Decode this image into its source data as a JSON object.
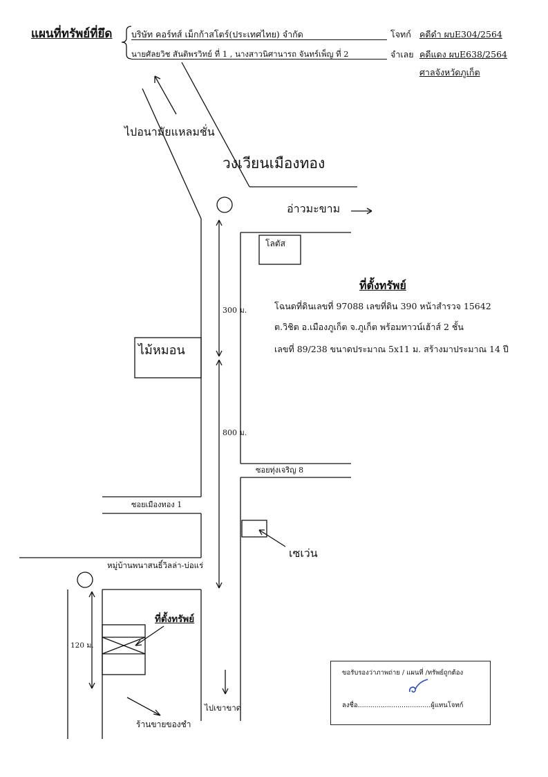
{
  "header": {
    "title": "แผนที่ทรัพย์ที่ยึด",
    "plaintiff_name": "บริษัท คอร์ทส์ เม็กก้าสโตร์(ประเทศไทย) จำกัด",
    "plaintiff_role": "โจทก์",
    "defendant_name": "นายศัลยวิช สันติพรวิทย์ ที่ 1 , นางสาวนิศานารถ จันทร์เพ็ญ ที่ 2",
    "defendant_role": "จำเลย",
    "black_case": "คดีดำ ผบE304/2564",
    "red_case": "คดีแดง ผบE638/2564",
    "court": "ศาลจังหวัดภูเก็ต"
  },
  "map_labels": {
    "to_north": "ไปอนามัยแหลมชั่น",
    "roundabout": "วงเวียนเมืองทอง",
    "to_east": "อ่าวมะขาม",
    "lotus": "โลตัส",
    "dist_300": "300 ม.",
    "dist_800": "800 ม.",
    "dist_120": "120 ม.",
    "mai_mon": "ไม้หมอน",
    "soi_thung_charoen": "ซอยทุ่งเจริญ 8",
    "soi_muang_thong": "ซอยเมืองทอง 1",
    "seven": "เซเว่น",
    "village": "หมู่บ้านพนาสนธิ์วิลล่า-บ่อแร่",
    "property_marker": "ที่ตั้งทรัพย์",
    "to_khao_khad": "ไปเขาขาด",
    "shop": "ร้านขายของชำ"
  },
  "property_info": {
    "heading": "ที่ตั้งทรัพย์",
    "line1": "โฉนดที่ดินเลขที่ 97088 เลขที่ดิน 390 หน้าสำรวจ 15642",
    "line2": "ต.วิชิต อ.เมืองภูเก็ต จ.ภูเก็ต พร้อมทาวน์เฮ้าส์ 2 ชั้น",
    "line3": "เลขที่ 89/238 ขนาดประมาณ 5x11 ม. สร้างมาประมาณ 14 ปี"
  },
  "certification": {
    "statement": "ขอรับรองว่าภาพถ่าย / แผนที่ /ทรัพย์ถูกต้อง",
    "sign_line": "ลงชื่อ...................................ผู้แทนโจทก์"
  }
}
